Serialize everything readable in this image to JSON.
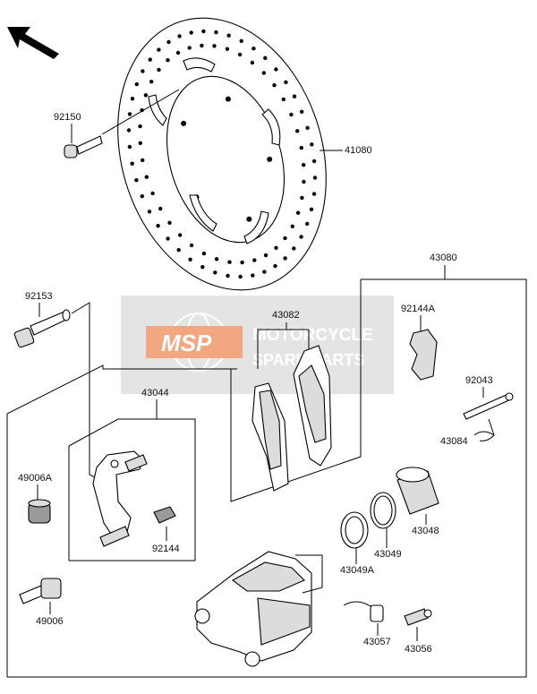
{
  "diagram": {
    "labels": {
      "disc": "41080",
      "disc_bolt": "92150",
      "caliper_assy": "43080",
      "pad_set": "43082",
      "pad_spring": "92144A",
      "pin": "92043",
      "clip": "43084",
      "mount_bolt": "92153",
      "bracket": "43044",
      "spring": "92144",
      "boot_a": "49006A",
      "boot_pin": "49006",
      "piston": "43048",
      "seal_a": "43049",
      "seal_b": "43049A",
      "bleeder_cap": "43057",
      "bleeder_valve": "43056"
    },
    "watermark": {
      "logo": "MSP",
      "line1": "MOTORCYCLE",
      "line2": "SPARE PARTS"
    },
    "colors": {
      "line": "#000000",
      "watermark_orange": "#e8601c",
      "watermark_gray": "#9e9e9e"
    },
    "icons": [
      "front-direction-arrow-icon",
      "globe-icon"
    ]
  }
}
